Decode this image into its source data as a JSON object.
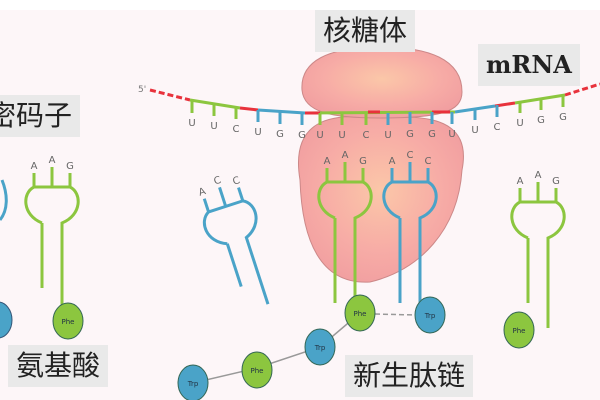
{
  "labels": {
    "ribosome": "核糖体",
    "mrna": "mRNA",
    "codon": "密码子",
    "amino_acid": "氨基酸",
    "nascent_peptide": "新生肽链"
  },
  "mrna": {
    "five_prime": "5'",
    "bases": [
      "U",
      "U",
      "C",
      "U",
      "G",
      "G",
      "U",
      "U",
      "C",
      "U",
      "G",
      "G",
      "U",
      "U",
      "C",
      "U",
      "G",
      "G"
    ]
  },
  "trnas": [
    {
      "anticodon": [
        "A",
        "A",
        "G"
      ],
      "amino_acid": "Phe",
      "color": "#8cc63f"
    },
    {
      "anticodon": [
        "A",
        "C",
        "C"
      ],
      "color": "#4aa3c8"
    },
    {
      "anticodon": [
        "A",
        "A",
        "G"
      ],
      "amino_acid": "Phe",
      "color": "#8cc63f"
    },
    {
      "anticodon": [
        "A",
        "C",
        "C"
      ],
      "amino_acid": "Trp",
      "color": "#4aa3c8"
    },
    {
      "anticodon": [
        "A",
        "A",
        "G"
      ],
      "amino_acid": "Phe",
      "color": "#8cc63f"
    }
  ],
  "peptide_chain": [
    "Trp",
    "Phe",
    "Trp"
  ],
  "colors": {
    "green": "#8cc63f",
    "blue": "#4aa3c8",
    "red": "#e8323c",
    "ribosome": "#f6a9a4",
    "background": "#fdf6f8"
  }
}
